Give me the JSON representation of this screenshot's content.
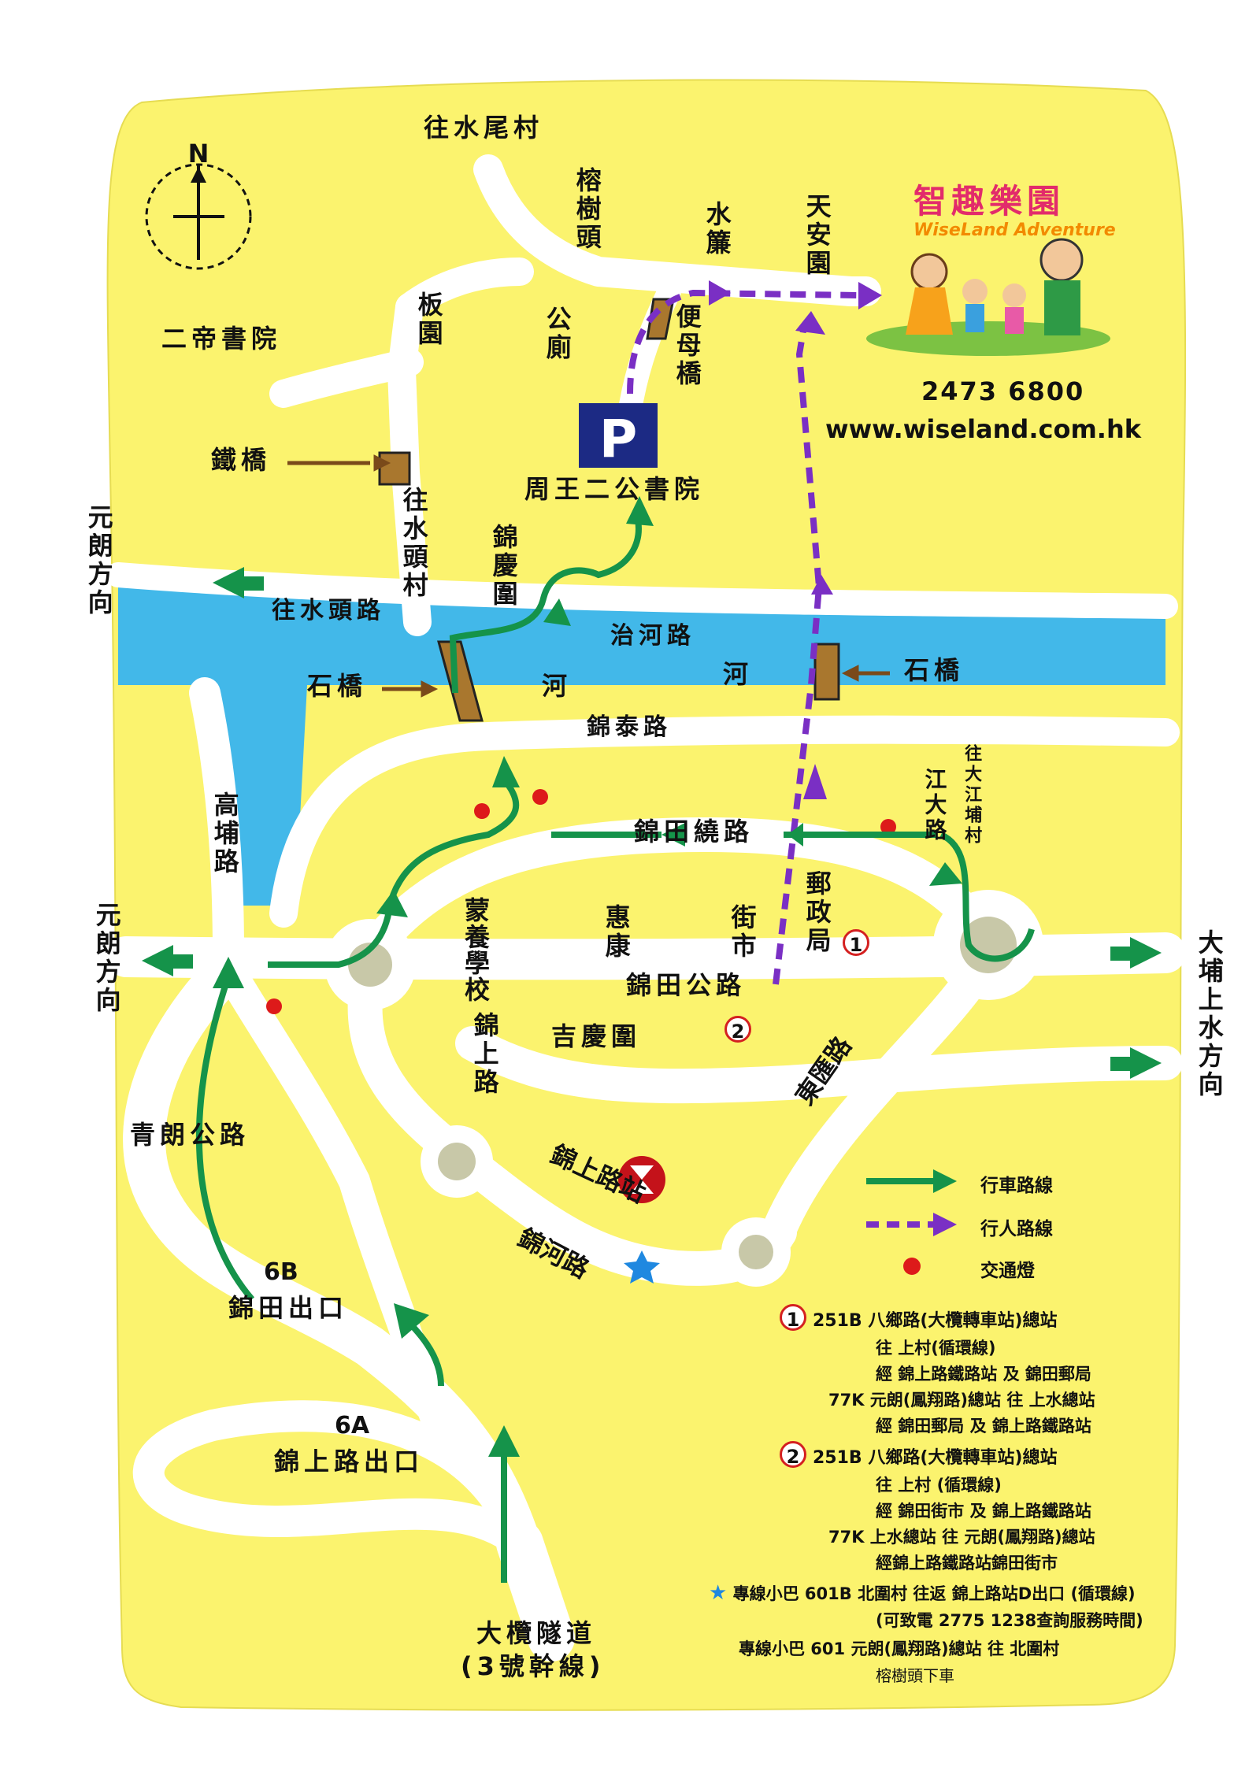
{
  "brand": {
    "name_cn": "智趣樂園",
    "name_en": "WiseLand Adventure",
    "phone": "2473 6800",
    "website": "www.wiseland.com.hk"
  },
  "compass": {
    "north": "N"
  },
  "places": {
    "shuiwei": "往水尾村",
    "rongshutou": "榕樹頭",
    "shuilian": "水簾",
    "tianan": "天安園",
    "erdi": "二帝書院",
    "banyuan": "板園",
    "gongce": "公廁",
    "bianmu": "便母橋",
    "parking": "P",
    "tieqiao": "鐵橋",
    "shuitou_vil": "往水頭村",
    "zhouwang": "周王二公書院",
    "jinqing": "錦慶圍",
    "yuanlang_top": "元朗方向",
    "shuitou_rd": "往水頭路",
    "zhihe": "治河路",
    "shiqiao_l": "石橋",
    "shiqiao_r": "石橋",
    "he1": "河",
    "he2": "河",
    "jintai": "錦泰路",
    "gaopu": "高埔路",
    "jintian_loop": "錦田繞路",
    "jiangda": "江大路",
    "dajiangpu": "往大江埔村",
    "yuanlang_mid": "元朗方向",
    "mengyang": "蒙養學校",
    "huikang": "惠康",
    "jieshi": "街市",
    "youzheng": "郵政局",
    "jintian_gonglu": "錦田公路",
    "dapu": "大埔上水方向",
    "jinshang_rd": "錦上路",
    "jiqing": "吉慶圍",
    "qinglang": "青朗公路",
    "donghui": "東匯路",
    "jinshang_stn": "錦上路站",
    "jinhe": "錦河路",
    "exit6b_num": "6B",
    "exit6b": "錦田出口",
    "exit6a_num": "6A",
    "exit6a": "錦上路出口",
    "tunnel": "大欖隧道",
    "route3": "(3號幹線)",
    "n1": "1",
    "n2": "2"
  },
  "legend": {
    "drive": "行車路線",
    "walk": "行人路線",
    "light": "交通燈"
  },
  "bus": {
    "m1_num": "1",
    "m1_l1": "251B 八鄉路(大欖轉車站)總站",
    "m1_l2": "往 上村(循環線)",
    "m1_l3": "經 錦上路鐵路站 及 錦田郵局",
    "m1_l4": "77K 元朗(鳳翔路)總站 往 上水總站",
    "m1_l5": "經 錦田郵局 及 錦上路鐵路站",
    "m2_num": "2",
    "m2_l1": "251B 八鄉路(大欖轉車站)總站",
    "m2_l2": "往 上村 (循環線)",
    "m2_l3": "經 錦田街市 及 錦上路鐵路站",
    "m2_l4": "77K 上水總站  往 元朗(鳳翔路)總站",
    "m2_l5": "經錦上路鐵路站錦田街市",
    "star_l1": "專線小巴 601B 北圍村 往返 錦上路站D出口 (循環線)",
    "star_l2": "(可致電 2775 1238查詢服務時間)",
    "m601_l1": "專線小巴 601   元朗(鳳翔路)總站 往 北圍村",
    "m601_l2": "榕樹頭下車"
  },
  "colors": {
    "land": "#fbf36e",
    "road": "#ffffff",
    "river": "#42b8e9",
    "drive": "#15934a",
    "walk": "#7a2fc4",
    "light": "#dd1a1a",
    "bridge": "#a9772e"
  }
}
